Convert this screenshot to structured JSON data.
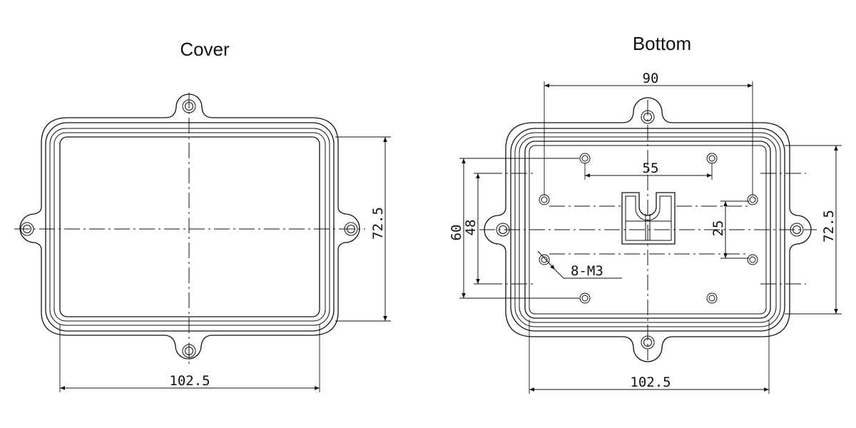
{
  "cover": {
    "title": "Cover",
    "dim_width": "102.5",
    "dim_height": "72.5"
  },
  "bottom": {
    "title": "Bottom",
    "dim_top": "90",
    "dim_inner": "55",
    "dim_60": "60",
    "dim_48": "48",
    "dim_25": "25",
    "dim_height": "72.5",
    "dim_width": "102.5",
    "callout": "8-M3"
  }
}
